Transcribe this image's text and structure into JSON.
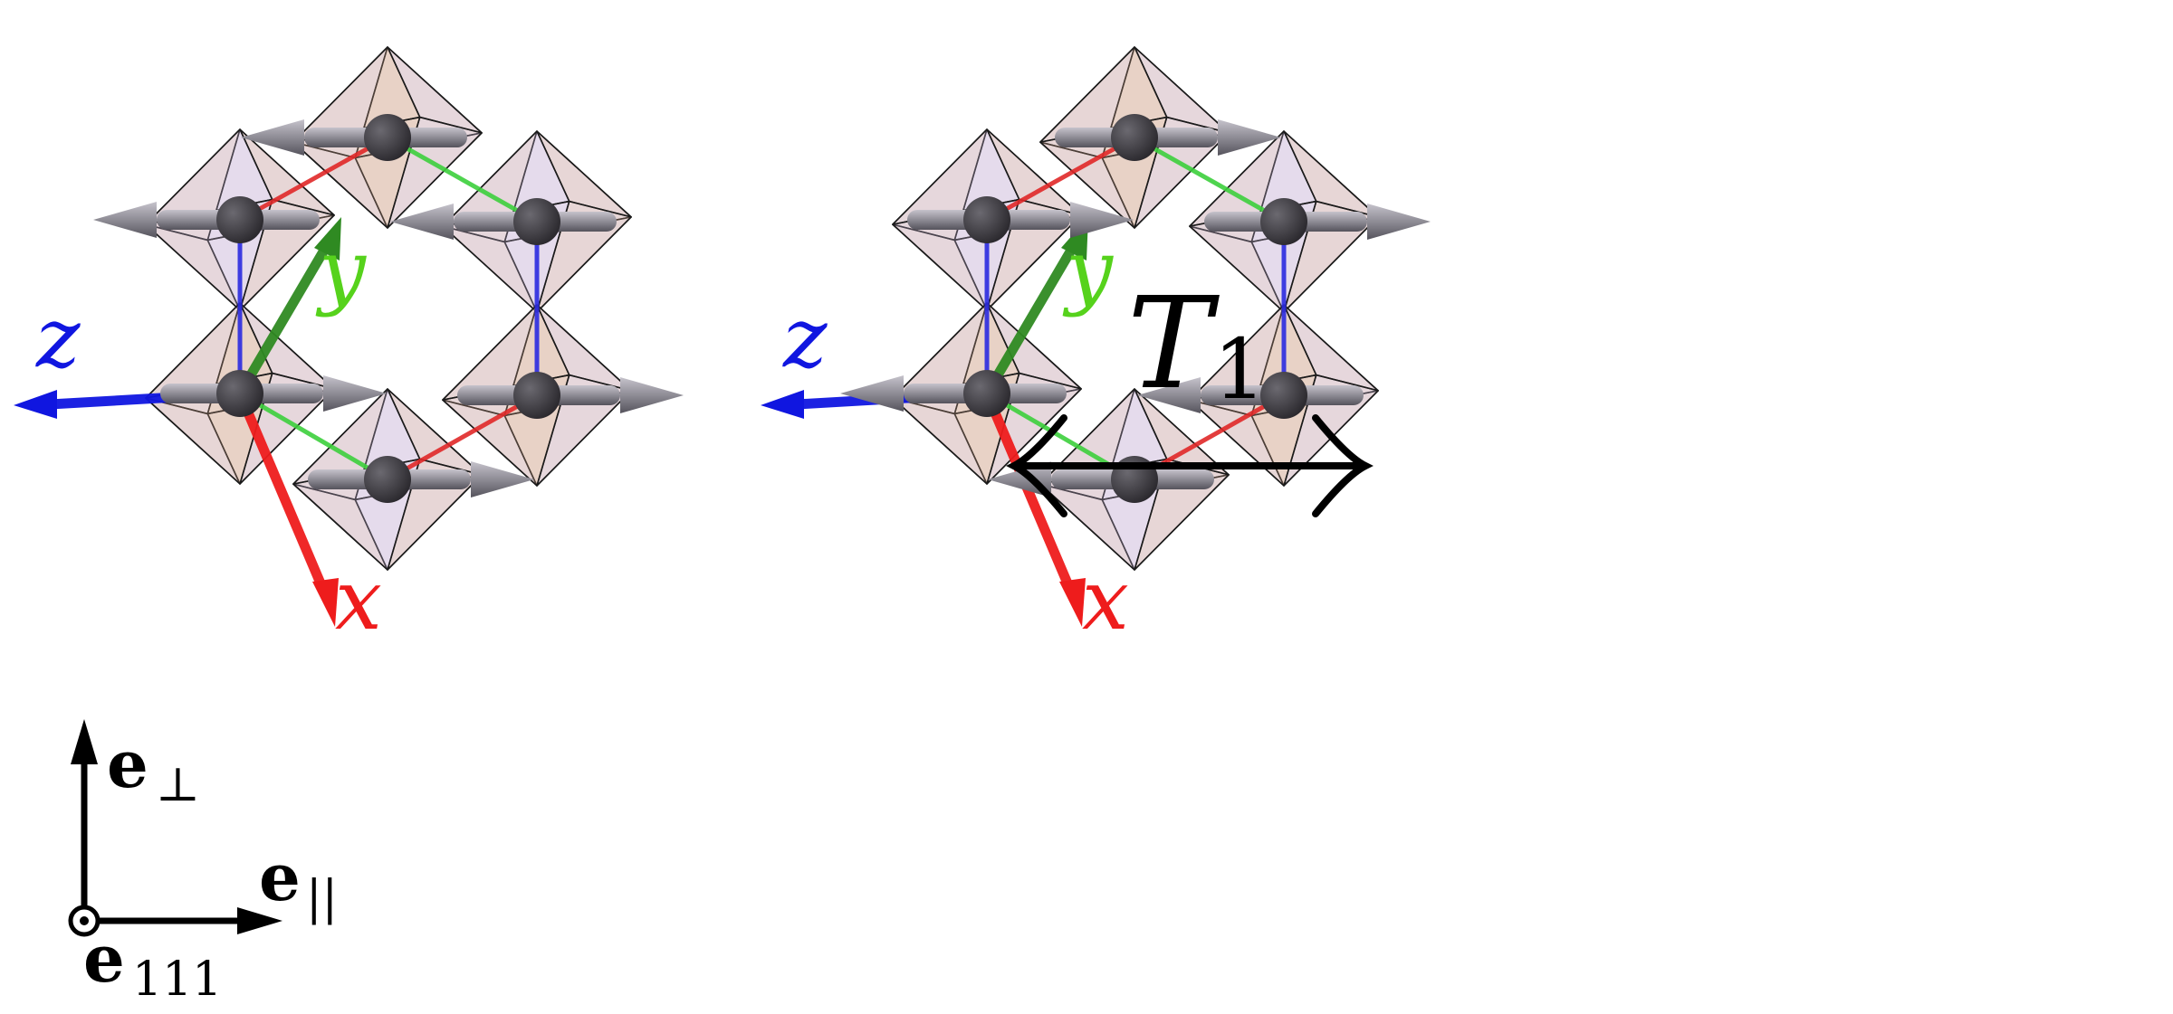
{
  "colors": {
    "x_axis": "#ee1c1c",
    "y_axis": "#2f8a22",
    "y_label": "#56d21c",
    "z_axis": "#1016e0",
    "bond_red": "#e02828",
    "bond_green": "#3ccf3c",
    "bond_blue": "#2a2ae0",
    "atom": "#3a383d",
    "spin_arrow": "#8e8c95",
    "octa_fill_a": "#cfa08a",
    "octa_fill_b": "#c9b3d6",
    "octa_edge": "#1a1a1a"
  },
  "icons": {
    "transform_arrow": "double-headed-arrow-icon",
    "out_of_plane_marker": "circled-dot-icon"
  },
  "labels": {
    "transform": "T",
    "transform_sub": "1",
    "x": "x",
    "y": "y",
    "z": "z",
    "e_perp": "e",
    "e_perp_sub": "⊥",
    "e_par": "e",
    "e_par_sub": "||",
    "e_111": "e",
    "e_111_sub": "111"
  },
  "panels": [
    {
      "name": "left",
      "spin_directions": [
        "left",
        "left",
        "left",
        "right",
        "right",
        "right"
      ]
    },
    {
      "name": "right",
      "spin_directions": [
        "right",
        "right",
        "right",
        "left",
        "left",
        "left"
      ]
    }
  ]
}
